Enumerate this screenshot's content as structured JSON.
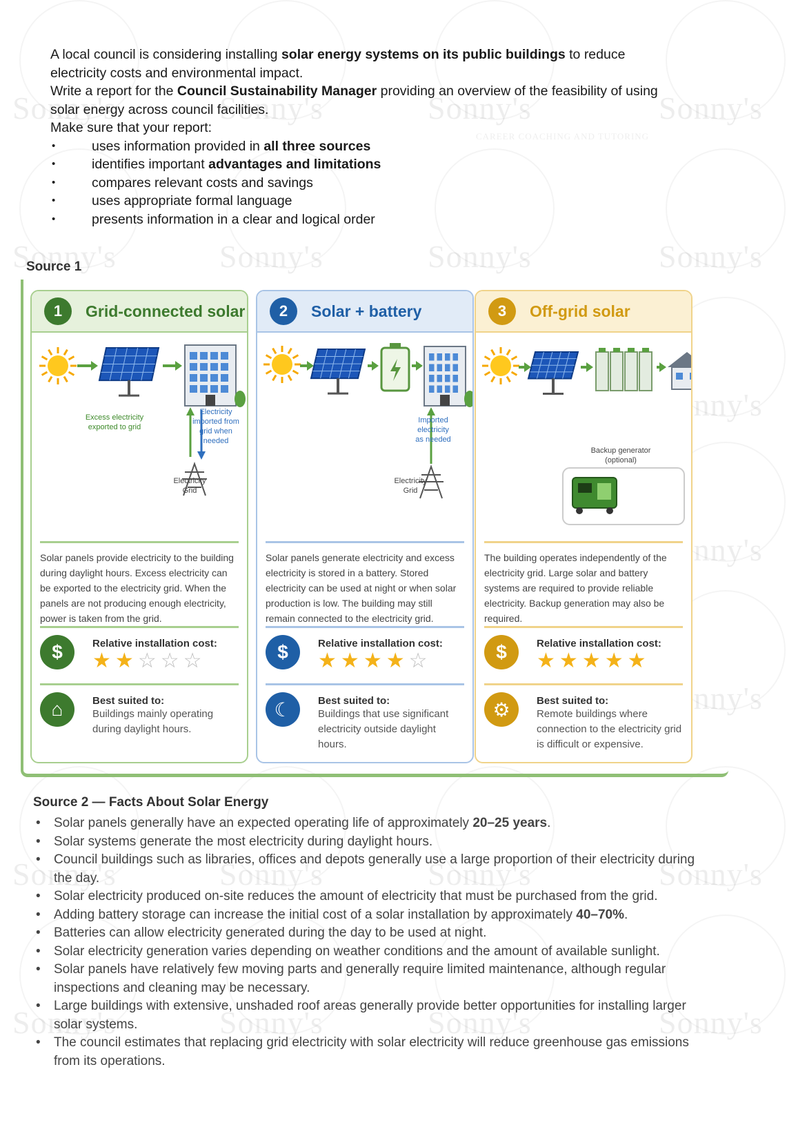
{
  "watermark": {
    "brand": "Sonny's",
    "tagline": "CAREER COACHING AND TUTORING"
  },
  "prompt": {
    "p1_pre": "A local council is considering installing ",
    "p1_bold": "solar energy systems on its public buildings",
    "p1_post": " to reduce electricity costs and environmental impact.",
    "p2_pre": "Write a report for the ",
    "p2_bold": "Council Sustainability Manager",
    "p2_post": " providing an overview of the feasibility of using solar energy across council facilities.",
    "p3": "Make sure that your report:",
    "bullets": [
      {
        "pre": "uses information provided in ",
        "bold": "all three sources",
        "post": ""
      },
      {
        "pre": "identifies important ",
        "bold": "advantages and limitations",
        "post": ""
      },
      {
        "pre": "compares relevant costs and savings",
        "bold": "",
        "post": ""
      },
      {
        "pre": "uses appropriate formal language",
        "bold": "",
        "post": ""
      },
      {
        "pre": "presents information in a clear and logical order",
        "bold": "",
        "post": ""
      }
    ]
  },
  "source1": {
    "label": "Source 1",
    "cost_label": "Relative installation cost:",
    "best_label": "Best suited to:",
    "cards": [
      {
        "number": "1",
        "title": "Grid-connected solar",
        "color": "#3d7a2e",
        "light": "#e6f1dc",
        "border": "#a8cf8f",
        "captions": [
          "Excess electricity exported to grid",
          "Electricity imported from grid when needed",
          "Electricity Grid"
        ],
        "description": "Solar panels provide electricity to the building during daylight hours. Excess electricity can be exported to the electricity grid. When the panels are not producing enough electricity, power is taken from the grid.",
        "cost_rating": 2,
        "best_suited": "Buildings mainly operating during daylight hours."
      },
      {
        "number": "2",
        "title": "Solar + battery",
        "color": "#1f5fa6",
        "light": "#e1ebf7",
        "border": "#a9c4e6",
        "captions": [
          "Imported electricity as needed",
          "Electricity Grid"
        ],
        "description": "Solar panels generate electricity and excess electricity is stored in a battery. Stored electricity can be used at night or when solar production is low. The building may still remain connected to the electricity grid.",
        "cost_rating": 4,
        "best_suited": "Buildings that use significant electricity outside daylight hours."
      },
      {
        "number": "3",
        "title": "Off-grid solar",
        "color": "#d19a12",
        "light": "#fbf0d3",
        "border": "#f0d38a",
        "captions": [
          "Backup generator (optional)"
        ],
        "description": "The building operates independently of the electricity grid. Large solar and battery systems are required to provide reliable electricity. Backup generation may also be required.",
        "cost_rating": 5,
        "best_suited": "Remote buildings where connection to the electricity grid is difficult or expensive."
      }
    ]
  },
  "source2": {
    "title": "Source 2 — Facts About Solar Energy",
    "facts": [
      {
        "pre": "Solar panels generally have an expected operating life of approximately ",
        "bold": "20–25 years",
        "post": "."
      },
      {
        "pre": "Solar systems generate the most electricity during daylight hours.",
        "bold": "",
        "post": ""
      },
      {
        "pre": "Council buildings such as libraries, offices and depots generally use a large proportion of their electricity during the day.",
        "bold": "",
        "post": ""
      },
      {
        "pre": "Solar electricity produced on-site reduces the amount of electricity that must be purchased from the grid.",
        "bold": "",
        "post": ""
      },
      {
        "pre": "Adding battery storage can increase the initial cost of a solar installation by approximately ",
        "bold": "40–70%",
        "post": "."
      },
      {
        "pre": "Batteries can allow electricity generated during the day to be used at night.",
        "bold": "",
        "post": ""
      },
      {
        "pre": "Solar electricity generation varies depending on weather conditions and the amount of available sunlight.",
        "bold": "",
        "post": ""
      },
      {
        "pre": "Solar panels have relatively few moving parts and generally require limited maintenance, although regular inspections and cleaning may be necessary.",
        "bold": "",
        "post": ""
      },
      {
        "pre": "Large buildings with extensive, unshaded roof areas generally provide better opportunities for installing larger solar systems.",
        "bold": "",
        "post": ""
      },
      {
        "pre": "The council estimates that replacing grid electricity with solar electricity will reduce greenhouse gas emissions from its operations.",
        "bold": "",
        "post": ""
      }
    ]
  }
}
